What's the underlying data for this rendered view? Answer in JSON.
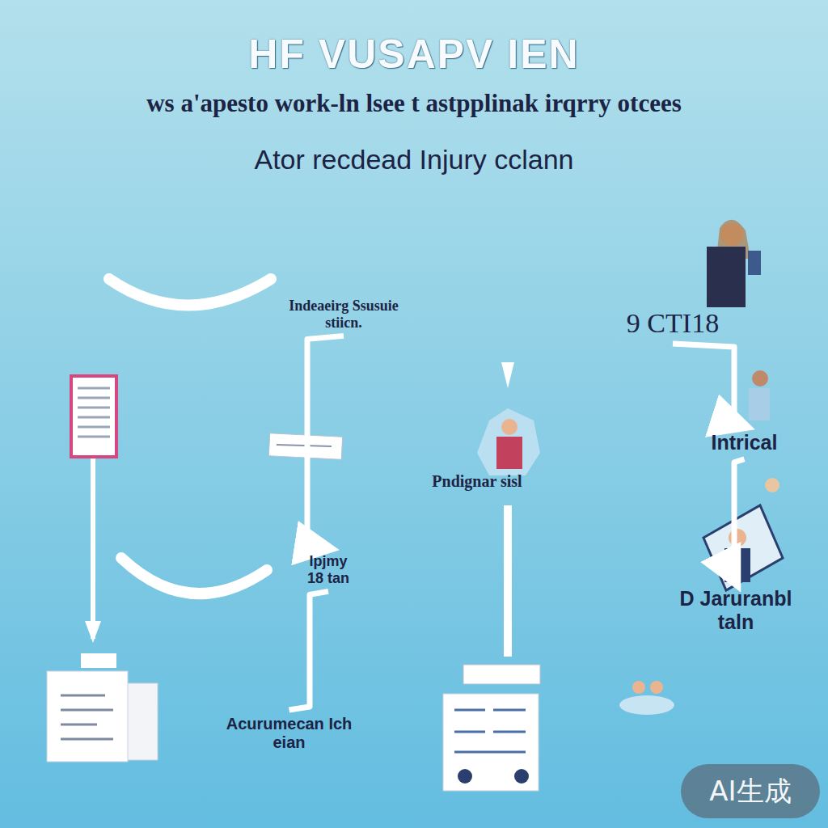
{
  "diagram": {
    "title": "HF VUSAPV IEN",
    "nodes": [
      {
        "text": [
          "Indeaeirg Ssusuie stiicn."
        ]
      },
      {
        "text": [
          "Ipjmy 18 tan"
        ]
      },
      {
        "text": [
          "Acurumecan Ich eian"
        ]
      },
      {
        "text": [
          "Pndignar sisl"
        ]
      },
      {
        "text": [
          "9 CTI18"
        ]
      },
      {
        "text": [
          "Intrical"
        ]
      },
      {
        "text": [
          "D Jaruranbl taln"
        ]
      }
    ],
    "edges": [
      {
        "from": 0,
        "to": 1,
        "arrow": "to"
      },
      {
        "from": 1,
        "to": 2,
        "arrow": "none"
      },
      {
        "from": 4,
        "to": 5,
        "arrow": "to"
      },
      {
        "from": 5,
        "to": 6,
        "arrow": "to"
      }
    ],
    "labels": [
      "ws a'apesto work-ln lsee t astpplinak irqrry otcees",
      "Ator recdead Injury cclann",
      "AI生成"
    ]
  }
}
